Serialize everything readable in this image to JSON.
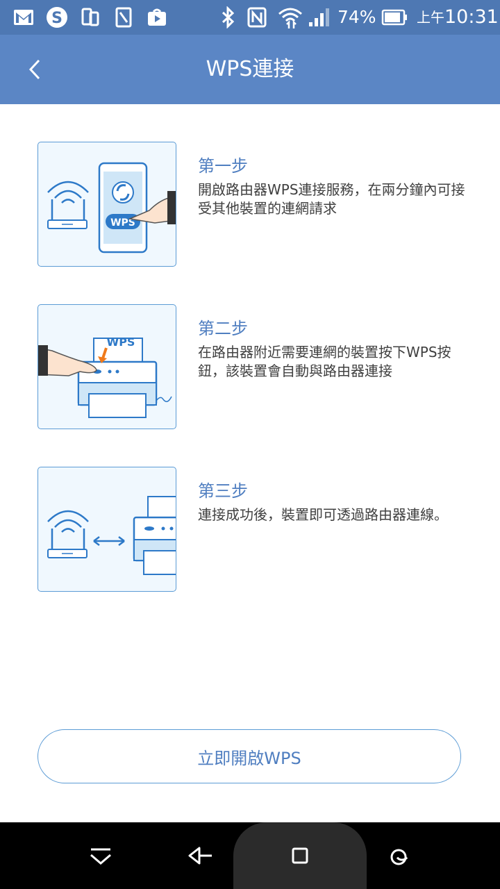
{
  "status_bar": {
    "battery_percent": "74%",
    "time_prefix": "上午",
    "time": "10:31",
    "icons": [
      "gmail-icon",
      "skype-icon",
      "copy-icon",
      "nfc-app-icon",
      "play-store-icon",
      "bluetooth-icon",
      "nfc-icon",
      "wifi-icon",
      "signal-icon",
      "battery-icon"
    ]
  },
  "app_bar": {
    "title": "WPS連接"
  },
  "steps": [
    {
      "title": "第一步",
      "desc": "開啟路由器WPS連接服務，在兩分鐘內可接受其他裝置的連網請求",
      "badge": "WPS"
    },
    {
      "title": "第二步",
      "desc": "在路由器附近需要連網的裝置按下WPS按鈕，該裝置會自動與路由器連接",
      "badge": "WPS"
    },
    {
      "title": "第三步",
      "desc": "連接成功後，裝置即可透過路由器連線。"
    }
  ],
  "action": {
    "enable_label": "立即開啟WPS"
  },
  "colors": {
    "status_bar": "#4e78b3",
    "app_bar": "#5b86c5",
    "accent": "#4f7ec0",
    "card_border": "#5b9bd5"
  }
}
